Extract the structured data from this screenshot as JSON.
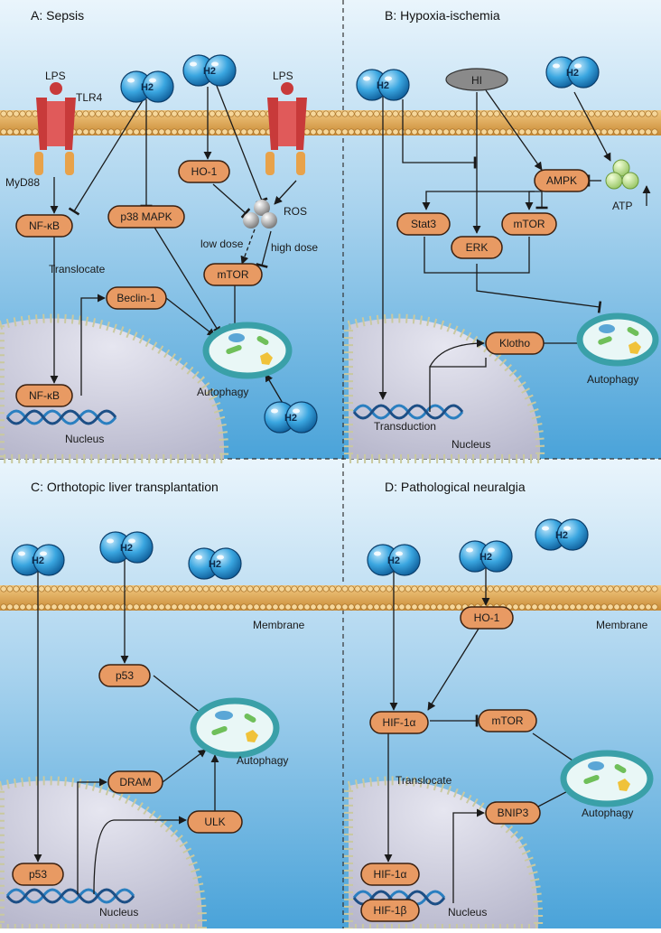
{
  "panels": {
    "a": {
      "title": "A: Sepsis",
      "lps_left": "LPS",
      "tlr4": "TLR4",
      "myd88": "MyD88",
      "lps_right": "LPS",
      "nfkb": "NF-κB",
      "p38": "p38 MAPK",
      "ho1": "HO-1",
      "ros": "ROS",
      "low_dose": "low dose",
      "high_dose": "high dose",
      "mtor": "mTOR",
      "translocate": "Translocate",
      "beclin": "Beclin-1",
      "nfkb_nuc": "NF-κB",
      "autophagy": "Autophagy",
      "nucleus": "Nucleus"
    },
    "b": {
      "title": "B: Hypoxia-ischemia",
      "hi": "HI",
      "ampk": "AMPK",
      "atp": "ATP",
      "stat3": "Stat3",
      "mtor": "mTOR",
      "erk": "ERK",
      "klotho": "Klotho",
      "autophagy": "Autophagy",
      "transduction": "Transduction",
      "nucleus": "Nucleus"
    },
    "c": {
      "title": "C: Orthotopic liver transplantation",
      "membrane": "Membrane",
      "p53": "p53",
      "autophagy": "Autophagy",
      "dram": "DRAM",
      "ulk": "ULK",
      "p53_nuc": "p53",
      "nucleus": "Nucleus"
    },
    "d": {
      "title": "D: Pathological neuralgia",
      "membrane": "Membrane",
      "ho1": "HO-1",
      "hif1a": "HIF-1α",
      "mtor": "mTOR",
      "translocate": "Translocate",
      "autophagy": "Autophagy",
      "bnip3": "BNIP3",
      "hif1a_nuc": "HIF-1α",
      "hif1b": "HIF-1β",
      "nucleus": "Nucleus"
    }
  },
  "h2_label": "H2",
  "colors": {
    "background_top": "#eaf5fc",
    "background_bottom": "#4aa3d9",
    "node_fill": "#e89a63",
    "node_stroke": "#3a2010",
    "membrane": "#d9a14e",
    "nucleus": "#cfcfe0",
    "h2_molecule": "#2f9fdc"
  }
}
